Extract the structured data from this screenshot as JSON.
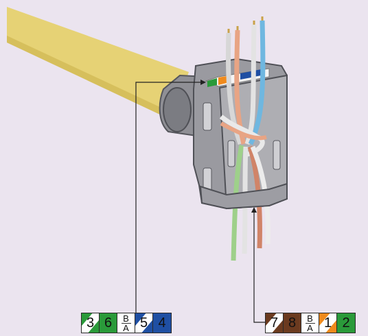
{
  "colors": {
    "background": "#ebe4ef",
    "cable": "#e6d275",
    "housing": "#8e8e93",
    "green": "#2a9a3a",
    "orange": "#f08a1c",
    "blue": "#1f4fa3",
    "brown": "#6b3a1f",
    "white": "#ffffff"
  },
  "left_strip": {
    "cells": [
      {
        "text": "3",
        "color": "green",
        "striped": true
      },
      {
        "text": "6",
        "color": "green",
        "striped": false
      },
      {
        "top": "B",
        "bottom": "A"
      },
      {
        "text": "5",
        "color": "blue",
        "striped": true
      },
      {
        "text": "4",
        "color": "blue",
        "striped": false
      }
    ]
  },
  "right_strip": {
    "cells": [
      {
        "text": "7",
        "color": "brown",
        "striped": true
      },
      {
        "text": "8",
        "color": "brown",
        "striped": false
      },
      {
        "top": "B",
        "bottom": "A"
      },
      {
        "text": "1",
        "color": "orange",
        "striped": true
      },
      {
        "text": "2",
        "color": "green",
        "striped": false
      }
    ]
  }
}
